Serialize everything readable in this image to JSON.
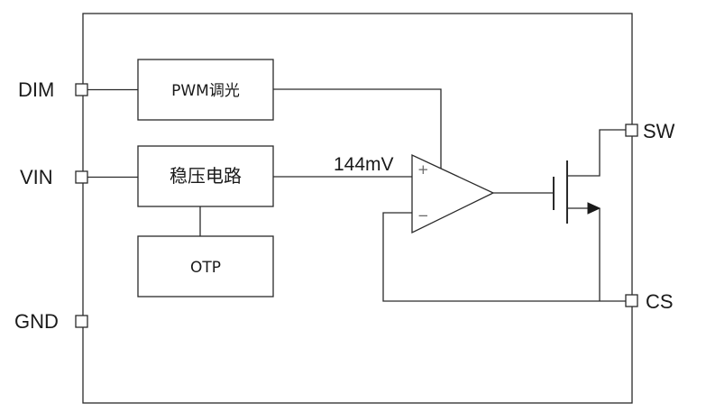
{
  "pins": {
    "dim": "DIM",
    "vin": "VIN",
    "gnd": "GND",
    "sw": "SW",
    "cs": "CS"
  },
  "blocks": {
    "pwm": "PWM调光",
    "regulator": "稳压电路",
    "otp": "OTP"
  },
  "reference_voltage": "144mV",
  "comparator": {
    "plus": "+",
    "minus": "−"
  }
}
